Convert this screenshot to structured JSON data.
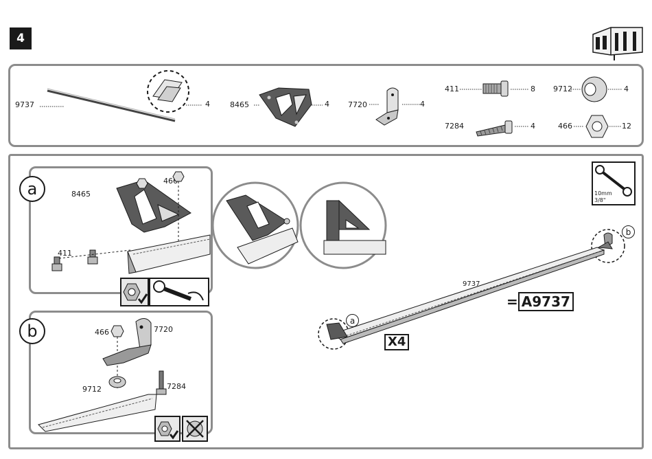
{
  "step": {
    "number": "4"
  },
  "parts": [
    {
      "code": "9737",
      "qty": "4"
    },
    {
      "code": "8465",
      "qty": "4"
    },
    {
      "code": "7720",
      "qty": "4"
    },
    {
      "code": "411",
      "qty": "8"
    },
    {
      "code": "7284",
      "qty": "4"
    },
    {
      "code": "9712",
      "qty": "4"
    },
    {
      "code": "466",
      "qty": "12"
    }
  ],
  "detail_a": {
    "callout": "a",
    "bracket_code": "8465",
    "nut_code": "466",
    "bolt_code": "411"
  },
  "detail_b": {
    "callout": "b",
    "nut_code": "466",
    "bracket_code": "7720",
    "washer_code": "9712",
    "bolt_code": "7284"
  },
  "tool": {
    "size_metric": "10mm",
    "size_imperial": "3/8\""
  },
  "main": {
    "rail_code": "9737",
    "assembly_code": "=A9737",
    "quantity": "X4",
    "callout_a": "a",
    "callout_b": "b"
  }
}
